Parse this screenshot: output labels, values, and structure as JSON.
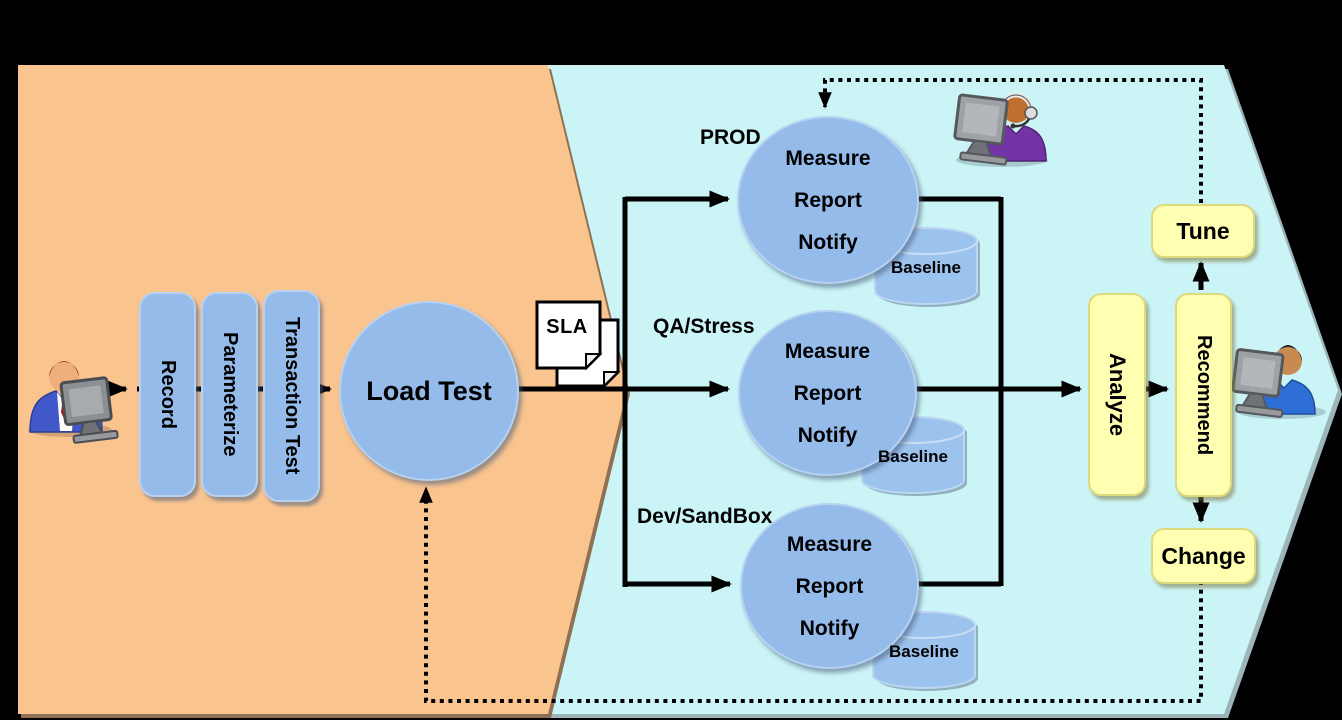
{
  "zones": {
    "preparation": "script preparation zone",
    "execution": "test execution and analysis zone"
  },
  "icons": {
    "tester": "person-at-computer",
    "operations": "person-with-headset-at-computer",
    "analyst": "person-at-computer"
  },
  "pipeline": {
    "steps": [
      "Record",
      "Parameterize",
      "Transaction Test"
    ],
    "load_test_label": "Load Test",
    "sla_label": "SLA"
  },
  "environments": [
    {
      "name": "PROD",
      "steps": [
        "Measure",
        "Report",
        "Notify"
      ],
      "baseline_label": "Baseline"
    },
    {
      "name": "QA/Stress",
      "steps": [
        "Measure",
        "Report",
        "Notify"
      ],
      "baseline_label": "Baseline"
    },
    {
      "name": "Dev/SandBox",
      "steps": [
        "Measure",
        "Report",
        "Notify"
      ],
      "baseline_label": "Baseline"
    }
  ],
  "actions": {
    "analyze": "Analyze",
    "recommend": "Recommend",
    "tune": "Tune",
    "change": "Change"
  },
  "colors": {
    "prep_zone": "#FAC48F",
    "exec_zone": "#CBF4F7",
    "node_blue": "#94BBE9",
    "cylinder_blue": "#9CC3EE",
    "action_yellow": "#FFFFB2",
    "connector": "#000000"
  }
}
